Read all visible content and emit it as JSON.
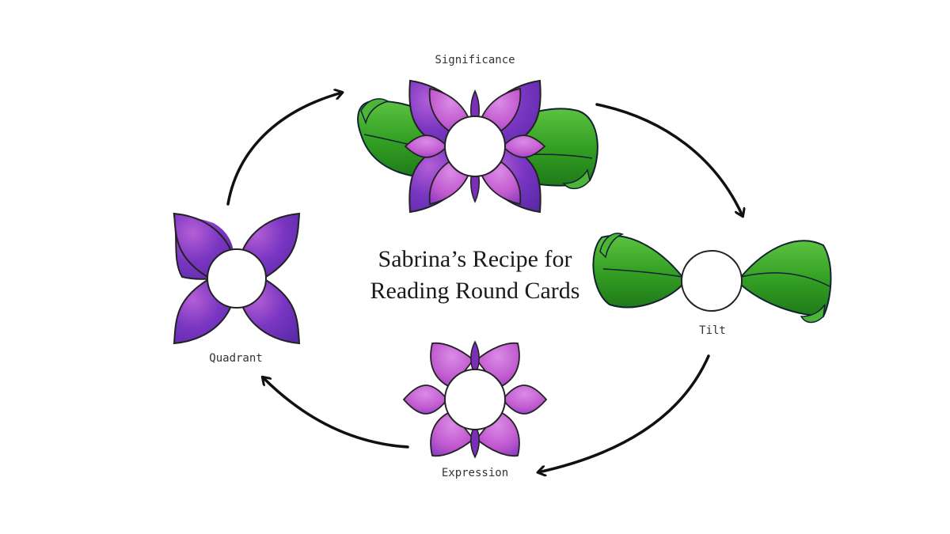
{
  "diagram": {
    "title_line1": "Sabrina’s Recipe for",
    "title_line2": "Reading Round Cards",
    "nodes": [
      {
        "id": "significance",
        "label": "Significance",
        "icon": "lotus-flower-with-leaves"
      },
      {
        "id": "tilt",
        "label": "Tilt",
        "icon": "two-leaves"
      },
      {
        "id": "expression",
        "label": "Expression",
        "icon": "six-petal-flower"
      },
      {
        "id": "quadrant",
        "label": "Quadrant",
        "icon": "four-petal-flower"
      }
    ],
    "cycle": [
      "Significance",
      "Tilt",
      "Expression",
      "Quadrant",
      "Significance"
    ],
    "colors": {
      "petal_dark": "#6a2fb0",
      "petal_pink": "#c45fd0",
      "leaf_green": "#3aa82a",
      "arrow": "#111111"
    }
  }
}
